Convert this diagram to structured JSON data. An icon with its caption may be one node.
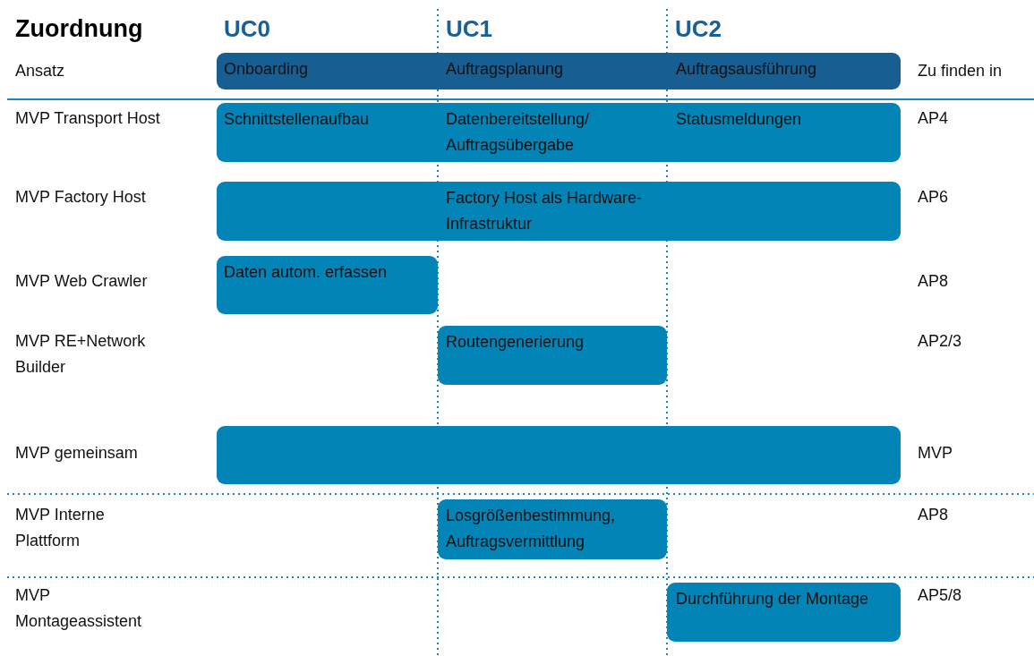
{
  "diagram": {
    "title": "Zuordnung",
    "nodes": [
      {
        "text": [
          "Onboarding",
          "Auftragsplanung",
          "Auftragsausführung"
        ]
      },
      {
        "text": [
          "Schnittstellenaufbau",
          "Datenbereitstellung/ Auftragsübergabe",
          "Statusmeldungen"
        ]
      },
      {
        "text": [
          "Factory Host als Hardware-Infrastruktur"
        ]
      },
      {
        "text": [
          "Daten autom. erfassen"
        ]
      },
      {
        "text": [
          "Routengenerierung"
        ]
      },
      {
        "text": [],
        "shape": "bar"
      },
      {
        "text": [
          "Losgrößenbestimmung, Auftragsvermittlung"
        ]
      },
      {
        "text": [
          "Durchführung der Montage"
        ]
      }
    ],
    "edges": [],
    "labels": [
      "UC0",
      "UC1",
      "UC2",
      "Ansatz",
      "Zu finden in",
      "MVP Transport Host",
      "AP4",
      "MVP Factory Host",
      "AP6",
      "MVP Web Crawler",
      "AP8",
      "MVP RE+Network Builder",
      "AP2/3",
      "MVP gemeinsam",
      "MVP",
      "MVP Interne Plattform",
      "AP8",
      "MVP Montageassistent",
      "AP5/8"
    ]
  }
}
